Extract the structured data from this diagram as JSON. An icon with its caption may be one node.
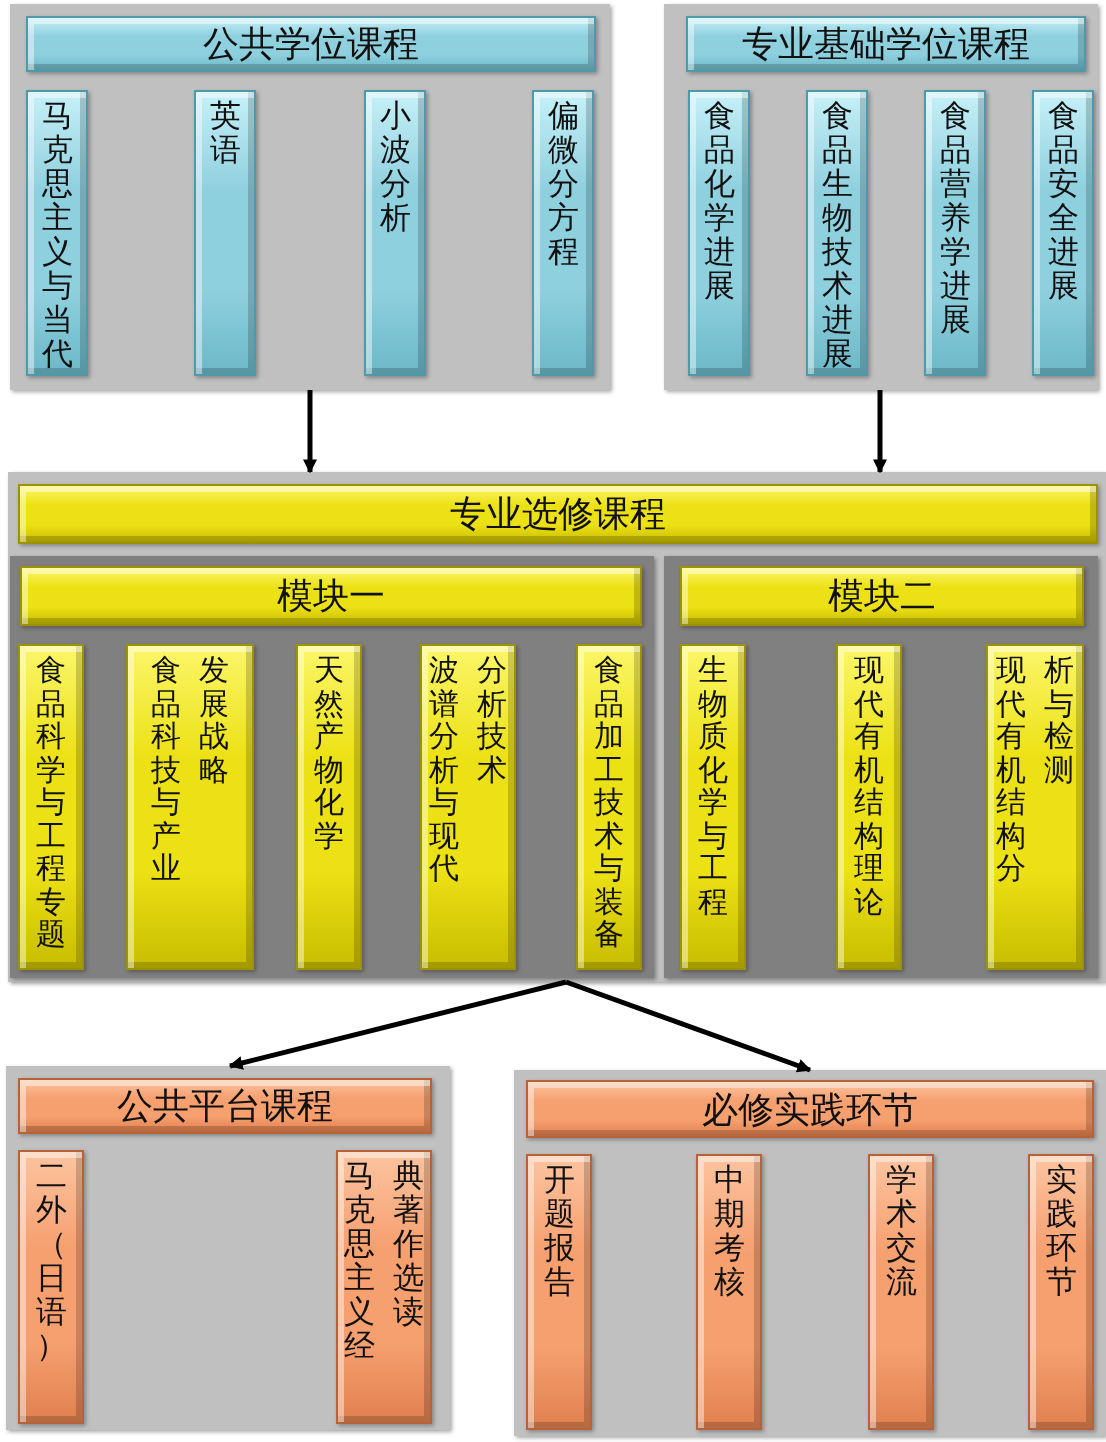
{
  "diagram": {
    "nodes": [
      {
        "text": [
          "公共学位课程"
        ]
      },
      {
        "text": [
          "马克思主义与当代"
        ],
        "in": 0
      },
      {
        "text": [
          "英语"
        ],
        "in": 0
      },
      {
        "text": [
          "小波分析"
        ],
        "in": 0
      },
      {
        "text": [
          "偏微分方程"
        ],
        "in": 0
      },
      {
        "text": [
          "专业基础学位课程"
        ]
      },
      {
        "text": [
          "食品化学进展"
        ],
        "in": 5
      },
      {
        "text": [
          "食品生物技术进展"
        ],
        "in": 5
      },
      {
        "text": [
          "食品营养学进展"
        ],
        "in": 5
      },
      {
        "text": [
          "食品安全进展"
        ],
        "in": 5
      },
      {
        "text": [
          "专业选修课程"
        ]
      },
      {
        "text": [
          "模块一"
        ],
        "in": 10
      },
      {
        "text": [
          "食品科学与工程专题"
        ],
        "in": 11
      },
      {
        "text": [
          "食品科技与产业发展战略"
        ],
        "in": 11
      },
      {
        "text": [
          "天然产物化学"
        ],
        "in": 11
      },
      {
        "text": [
          "波谱分析与现代分析技术"
        ],
        "in": 11
      },
      {
        "text": [
          "食品加工技术与装备"
        ],
        "in": 11
      },
      {
        "text": [
          "模块二"
        ],
        "in": 10
      },
      {
        "text": [
          "生物质化学与工程"
        ],
        "in": 17
      },
      {
        "text": [
          "现代有机结构理论"
        ],
        "in": 17
      },
      {
        "text": [
          "现代有机结构分析与检测"
        ],
        "in": 17
      },
      {
        "text": [
          "公共平台课程"
        ]
      },
      {
        "text": [
          "二外（日语）"
        ],
        "in": 21
      },
      {
        "text": [
          "马克思主义经典著作选读"
        ],
        "in": 21
      },
      {
        "text": [
          "必修实践环节"
        ]
      },
      {
        "text": [
          "开题报告"
        ],
        "in": 24
      },
      {
        "text": [
          "中期考核"
        ],
        "in": 24
      },
      {
        "text": [
          "学术交流"
        ],
        "in": 24
      },
      {
        "text": [
          "实践环节"
        ],
        "in": 24
      }
    ],
    "edges": [
      {
        "from": 0,
        "to": 10,
        "arrow": "to"
      },
      {
        "from": 5,
        "to": 10,
        "arrow": "to"
      },
      {
        "from": 10,
        "to": 21,
        "arrow": "to"
      },
      {
        "from": 10,
        "to": 24,
        "arrow": "to"
      }
    ]
  }
}
